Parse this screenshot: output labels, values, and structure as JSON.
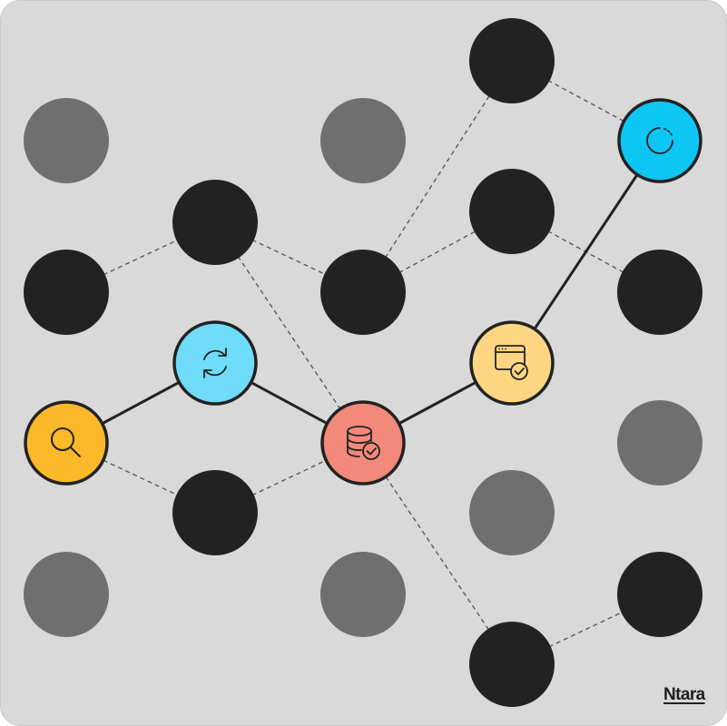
{
  "brand": {
    "logo_text": "Ntara"
  },
  "colors": {
    "background": "#d9d9d9",
    "node_dark": "#222222",
    "node_gray": "#6f6f6f",
    "edge": "#222222",
    "search": "#fbb929",
    "sync": "#6fdcfa",
    "database": "#f2897a",
    "browser": "#fed683",
    "loading": "#0dc6f4"
  },
  "diagram": {
    "highlighted_nodes": [
      {
        "id": "search",
        "icon": "search-icon",
        "color_key": "search"
      },
      {
        "id": "sync",
        "icon": "sync-icon",
        "color_key": "sync"
      },
      {
        "id": "database",
        "icon": "database-check-icon",
        "color_key": "database"
      },
      {
        "id": "browser",
        "icon": "browser-check-icon",
        "color_key": "browser"
      },
      {
        "id": "loading",
        "icon": "loading-icon",
        "color_key": "loading"
      }
    ],
    "highlighted_path": [
      "search",
      "sync",
      "database",
      "browser",
      "loading"
    ]
  }
}
